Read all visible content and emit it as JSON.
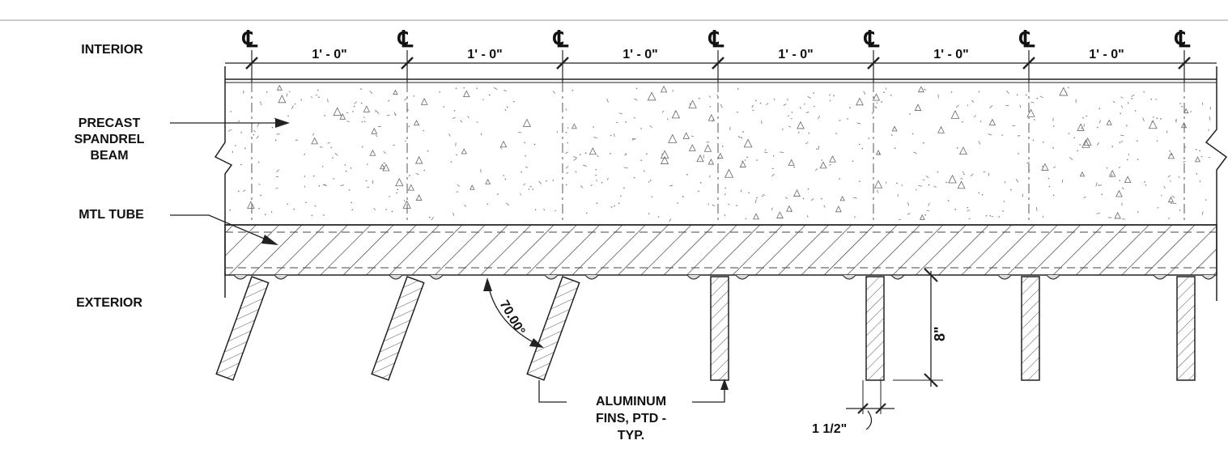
{
  "labels": {
    "interior": "INTERIOR",
    "precast": "PRECAST\nSPANDREL\nBEAM",
    "mtl_tube": "MTL TUBE",
    "exterior": "EXTERIOR",
    "fins": "ALUMINUM\nFINS, PTD -\nTYP."
  },
  "centerline_symbol": "℄",
  "spacing_dims": [
    "1' - 0\"",
    "1' - 0\"",
    "1' - 0\"",
    "1' - 0\"",
    "1' - 0\"",
    "1' - 0\""
  ],
  "fin_depth_dim": "8\"",
  "fin_thickness_dim": "1 1/2\"",
  "fin_angle_dim": "70.00°",
  "fin_count": 7,
  "angled_fin_count": 3
}
